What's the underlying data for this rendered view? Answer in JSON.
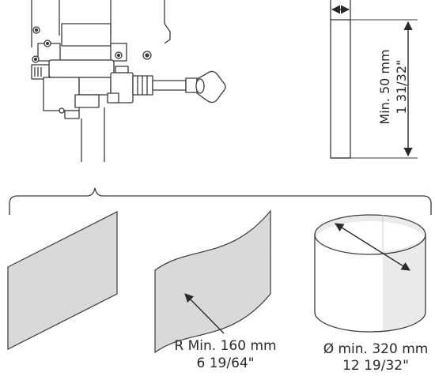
{
  "height_requirement": {
    "value_mm": "Min. 50 mm",
    "value_in": "1 31/32\""
  },
  "curved_sheet": {
    "value_mm": "R Min. 160 mm",
    "value_in": "6 19/64\""
  },
  "cylinder": {
    "value_mm": "Ø min. 320 mm",
    "value_in": "12 19/32\""
  },
  "colors": {
    "line": "#3a3a3a",
    "sheet_fill": "#d9d9d9",
    "light_fill": "#ebebeb"
  }
}
